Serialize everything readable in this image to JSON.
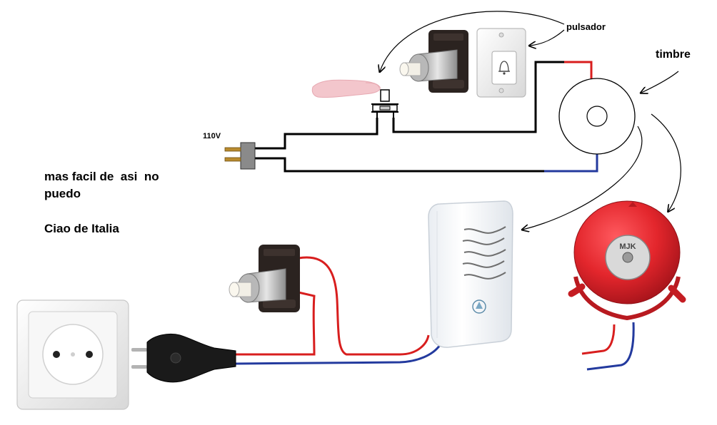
{
  "labels": {
    "pulsador": "pulsador",
    "timbre": "timbre",
    "voltage": "110V",
    "note_line1": "mas facil de  asi  no",
    "note_line2": "puedo",
    "note_line3": "Ciao de Italia"
  },
  "bell_logo": "MJK",
  "colors": {
    "wire_black": "#000000",
    "wire_red": "#d81e1e",
    "wire_blue": "#233a9e",
    "bell_red": "#e3262c",
    "switch_dark": "#2b2320",
    "switch_silver": "#b8b8b8",
    "plate_white": "#f2f2f2",
    "finger": "#f3c6cc"
  }
}
